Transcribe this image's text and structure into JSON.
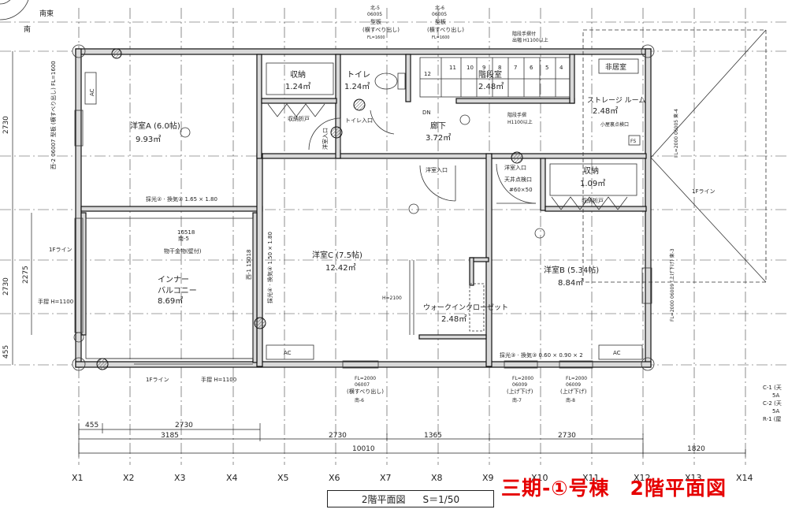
{
  "caption": "三期-①号棟　2階平面図",
  "title_block": {
    "name": "2階平面図",
    "scale": "S＝1/50"
  },
  "compass": {
    "label": "南東",
    "south": "南"
  },
  "axes": [
    "X1",
    "X2",
    "X3",
    "X4",
    "X5",
    "X6",
    "X7",
    "X8",
    "X9",
    "X10",
    "X11",
    "X12",
    "X13",
    "X14"
  ],
  "dimensions": {
    "top_row1": [
      "455",
      "2730"
    ],
    "top_row2": [
      "3185",
      "2730",
      "1365",
      "2730"
    ],
    "total": "10010",
    "extra": "1820",
    "left": [
      "2730",
      "2730",
      "2275",
      "455"
    ]
  },
  "rooms": [
    {
      "id": "yoshitsu-a",
      "name": "洋室A (6.0帖)",
      "area": "9.93㎡"
    },
    {
      "id": "shuno-1",
      "name": "収納",
      "area": "1.24㎡"
    },
    {
      "id": "toilet",
      "name": "トイレ",
      "area": "1.24㎡"
    },
    {
      "id": "kaidanshitsu",
      "name": "階段室",
      "area": "2.48㎡"
    },
    {
      "id": "rouka",
      "name": "廊下",
      "area": "3.72㎡"
    },
    {
      "id": "storage",
      "name": "ストレージ ルーム",
      "area": "2.48㎡"
    },
    {
      "id": "balcony",
      "name": "インナー\nバルコニー",
      "area": "8.69㎡"
    },
    {
      "id": "yoshitsu-c",
      "name": "洋室C (7.5帖)",
      "area": "12.42㎡"
    },
    {
      "id": "wic",
      "name": "ウォークインクローゼット",
      "area": "2.48㎡"
    },
    {
      "id": "yoshitsu-b",
      "name": "洋室B (5.34帖)",
      "area": "8.84㎡"
    },
    {
      "id": "shuno-2",
      "name": "収納",
      "area": "1.09㎡"
    }
  ],
  "labels": {
    "hikyoshitsu": "非居室",
    "saiko2": "採光② · 換気② 1.65 × 1.80",
    "saiko3": "採光③ · 換気③ 0.60 × 0.90 × 2",
    "saiko4": "採光④ · 換気④ 1.50 × 1.80",
    "monohoshi": "物干金物(壁付)",
    "win_16518": "16518",
    "win_nan5": "南-5",
    "tesuri1": "手摺 H=1100",
    "tesuri2": "手摺 H=1100",
    "fline1": "1Fライン",
    "fline2": "1Fライン",
    "fline3": "1Fライン",
    "ac1": "AC",
    "ac2": "AC",
    "ac3": "AC",
    "youshitsu_iriguchi1": "洋室入口",
    "youshitsu_iriguchi2": "洋室入口",
    "youshitsu_iriguchi3": "洋室入口",
    "toilet_iriguchi": "トイレ入口",
    "shuno_oreto1": "収納折戸",
    "shuno_oreto2": "収納折戸",
    "tenjo_tenken": "天井点検口",
    "tenjo_size": "#60×50",
    "kaidan_tesuri": "階段手摺付",
    "kaidan_h": "出幅 H1100以上",
    "kaidan_tesuri2": "階段手摺",
    "kaidan_h2": "H1100以上",
    "koyaura": "小屋裏点検口",
    "fs": "FS",
    "dn": "DN",
    "h2100": "H=2100",
    "kita5": "北-5",
    "kita5b": "06005",
    "kita5c": "型板",
    "kita5d": "(横すべり出し)",
    "kita5e": "FL=1600",
    "kita6": "北-6",
    "kita6b": "06005",
    "kita6c": "型板",
    "kita6d": "(横すべり出し)",
    "kita6e": "FL=1600",
    "nishi2": "西-2 06007 型板 (横すべり出し) FL=1600",
    "higashi4": "FL=2000 06005 東-4",
    "higashi3": "FL=2000 06009 (上げ下げ) 東-3",
    "nishi1": "西-1 15018",
    "fl2000": "FL=2000",
    "w06007": "06007",
    "w06007b": "(横すべり出し)",
    "nan6": "南-6",
    "fl2000b": "FL=2000",
    "w06009": "06009",
    "w06009b": "(上げ下げ)",
    "nan7": "南-7",
    "fl2000c": "FL=2000",
    "w06009c": "06009",
    "w06009d": "(上げ下げ)",
    "nan8": "南-8",
    "stair_nums": [
      "12",
      "11",
      "10",
      "9",
      "8",
      "7",
      "6",
      "5",
      "4"
    ],
    "right_notes": [
      "C-1 (天",
      "C-2 (天",
      "R-1 (屋"
    ],
    "right_notes2": [
      "5A",
      "5A"
    ]
  },
  "colors": {
    "caption": "#e60000",
    "line": "#222222",
    "wall": "#d9d9d9"
  }
}
